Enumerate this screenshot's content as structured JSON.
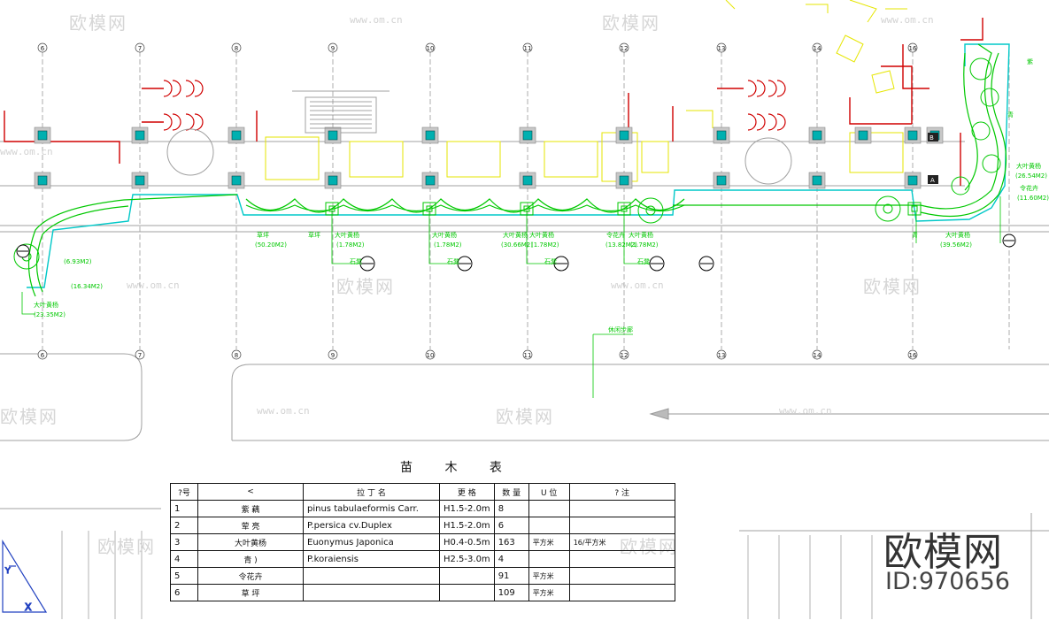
{
  "watermarks": {
    "brand_cn": "欧模网",
    "url": "www.om.cn"
  },
  "grid_axes": {
    "top": [
      "6",
      "7",
      "8",
      "9",
      "10",
      "11",
      "12",
      "13",
      "14",
      "16"
    ],
    "bottom": [
      "6",
      "7",
      "8",
      "9",
      "10",
      "11",
      "12",
      "13",
      "14",
      "16"
    ],
    "row_labels": [
      "B",
      "A"
    ]
  },
  "annotations": {
    "turf": "草坪",
    "turf_area": "(50.20M2)",
    "euonymus": "大叶黄杨",
    "area_a": "(1.78M2)",
    "area_b": "(1.78M2)",
    "area_c": "(30.66M2)",
    "area_d": "(1.78M2)",
    "area_e": "(13.82M2)",
    "area_f": "(1.78M2)",
    "area_g": "(26.54M2)",
    "area_h": "(11.60M2)",
    "area_i": "(39.56M2)",
    "area_j": "(6.93M2)",
    "area_k": "(16.34M2)",
    "area_l": "(23.35M2)",
    "flowers": "令花卉",
    "stone": "石凳",
    "tree": "青",
    "pine": "紫",
    "corridor": "休闲步廊"
  },
  "plant_table": {
    "title": "苗 木 表",
    "headers": [
      "?号",
      "<",
      "拉 丁 名",
      "更 格",
      "数 量",
      "U 位",
      "? 注"
    ],
    "rows": [
      {
        "no": "1",
        "name": "紫 藕",
        "latin": "pinus tabulaeformis Carr.",
        "spec": "H1.5-2.0m",
        "qty": "8",
        "unit": "",
        "note": ""
      },
      {
        "no": "2",
        "name": "荤 亮",
        "latin": "P.persica cv.Duplex",
        "spec": "H1.5-2.0m",
        "qty": "6",
        "unit": "",
        "note": ""
      },
      {
        "no": "3",
        "name": "大叶黄杨",
        "latin": "Euonymus Japonica",
        "spec": "H0.4-0.5m",
        "qty": "163",
        "unit": "平方米",
        "note": "16/平方米"
      },
      {
        "no": "4",
        "name": "青 )",
        "latin": "P.koraiensis",
        "spec": "H2.5-3.0m",
        "qty": "4",
        "unit": "",
        "note": ""
      },
      {
        "no": "5",
        "name": "令花卉",
        "latin": "",
        "spec": "",
        "qty": "91",
        "unit": "平方米",
        "note": ""
      },
      {
        "no": "6",
        "name": "草 坪",
        "latin": "",
        "spec": "",
        "qty": "109",
        "unit": "平方米",
        "note": ""
      }
    ]
  },
  "brand": {
    "logo": "欧模网",
    "id": "ID:970656"
  },
  "colors": {
    "green": "#00c800",
    "red": "#d00000",
    "cyan": "#00c8c8",
    "yellow": "#e6e600",
    "grid": "#8c8c8c",
    "wall": "#a0a0a0"
  }
}
